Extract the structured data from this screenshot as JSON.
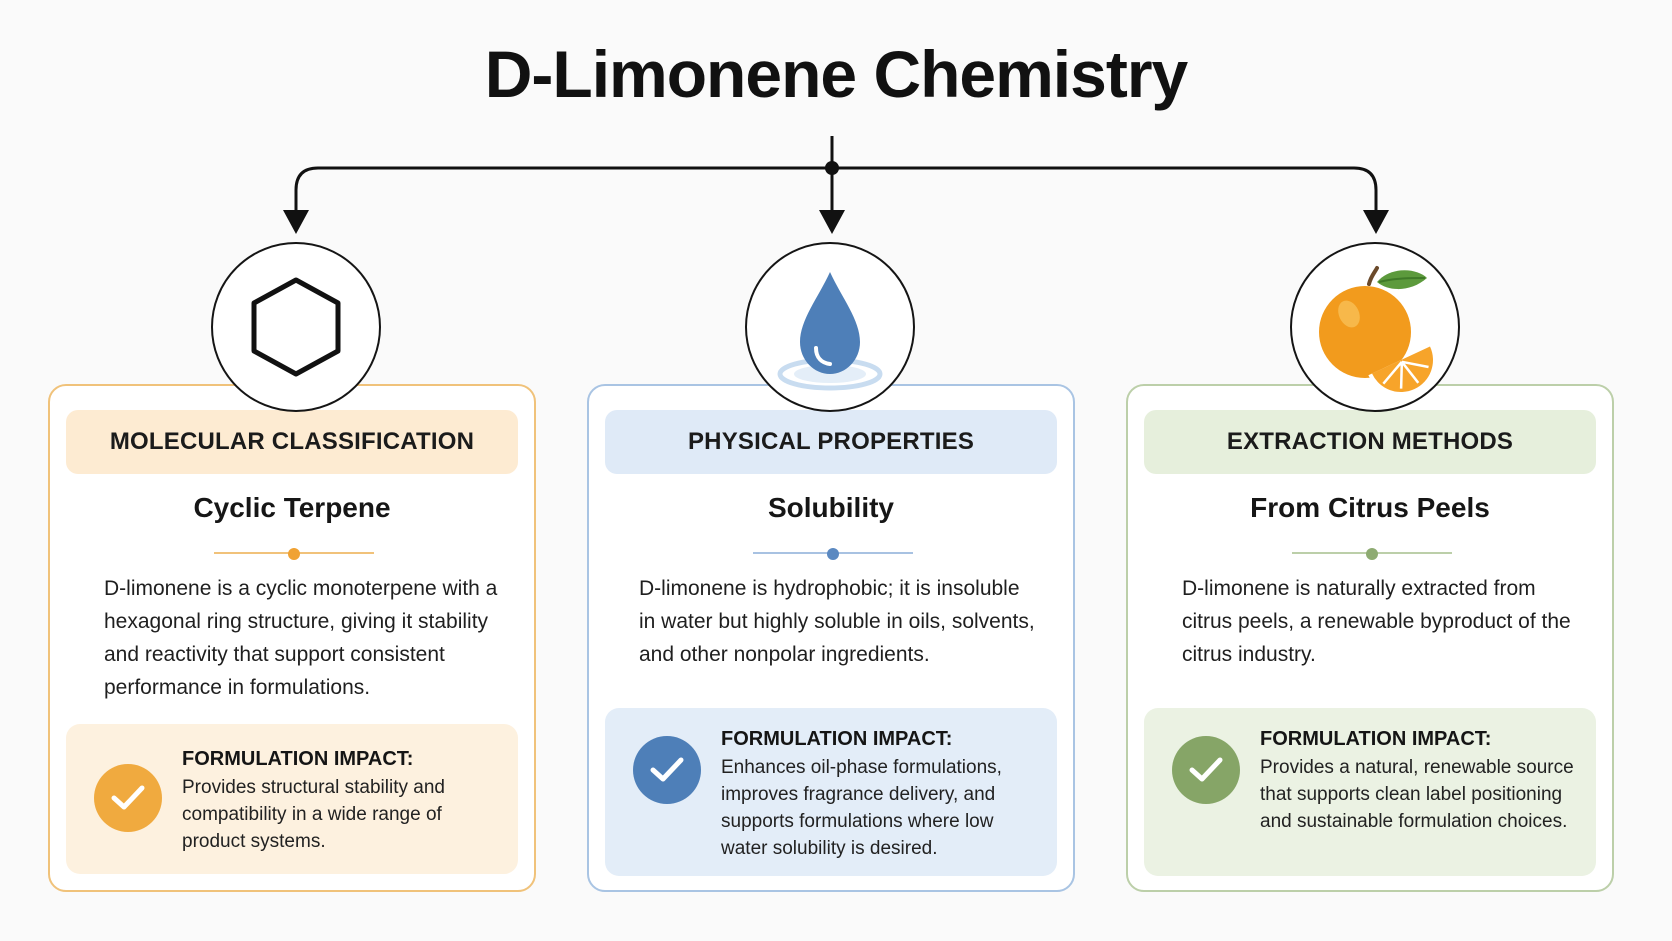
{
  "title": "D-Limonene Chemistry",
  "colors": {
    "orange_accent": "#f0a233",
    "blue_accent": "#4e7fb8",
    "green_accent": "#86a567",
    "line": "#111111"
  },
  "cards": [
    {
      "icon": "hexagon-ring-icon",
      "heading": "MOLECULAR CLASSIFICATION",
      "subtitle": "Cyclic Terpene",
      "body": "D-limonene is a cyclic monoterpene with a hexagonal ring structure, giving it stability and reactivity that support consistent performance in formulations.",
      "impact_title": "FORMULATION IMPACT:",
      "impact_text": "Provides structural stability and compatibility in a wide range of product systems."
    },
    {
      "icon": "water-drop-icon",
      "heading": "PHYSICAL PROPERTIES",
      "subtitle": "Solubility",
      "body": "D-limonene is hydrophobic; it is insoluble in water but highly soluble in oils, solvents, and other nonpolar ingredients.",
      "impact_title": "FORMULATION IMPACT:",
      "impact_text": "Enhances oil-phase formulations, improves fragrance delivery, and supports formulations where low water solubility is desired."
    },
    {
      "icon": "orange-fruit-icon",
      "heading": "EXTRACTION METHODS",
      "subtitle": "From Citrus Peels",
      "body": "D-limonene is naturally extracted from citrus peels, a renewable byproduct of the citrus industry.",
      "impact_title": "FORMULATION IMPACT:",
      "impact_text": "Provides a natural, renewable source that supports clean label positioning and sustainable formulation choices."
    }
  ]
}
